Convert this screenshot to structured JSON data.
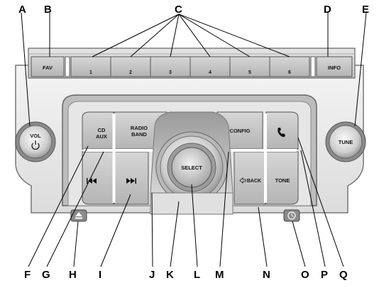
{
  "callouts": {
    "A": "A",
    "B": "B",
    "C": "C",
    "D": "D",
    "E": "E",
    "F": "F",
    "G": "G",
    "H": "H",
    "I": "I",
    "J": "J",
    "K": "K",
    "L": "L",
    "M": "M",
    "N": "N",
    "O": "O",
    "P": "P",
    "Q": "Q"
  },
  "buttons": {
    "fav": "FAV",
    "preset_1": "1",
    "preset_2": "2",
    "preset_3": "3",
    "preset_4": "4",
    "preset_5": "5",
    "preset_6": "6",
    "info": "INFO",
    "vol": "VOL",
    "tune": "TUNE",
    "cd_aux_line1": "CD",
    "cd_aux_line2": "AUX",
    "radio_band_line1": "RADIO",
    "radio_band_line2": "BAND",
    "config": "CONFIG",
    "select": "SELECT",
    "back": "BACK",
    "tone": "TONE"
  },
  "icons": {
    "power": "power-icon",
    "phone": "phone-icon",
    "seek_back": "seek-back-icon",
    "seek_forward": "seek-forward-icon",
    "eject": "eject-icon",
    "clock": "clock-icon",
    "back_arrow": "back-arrow-icon"
  }
}
